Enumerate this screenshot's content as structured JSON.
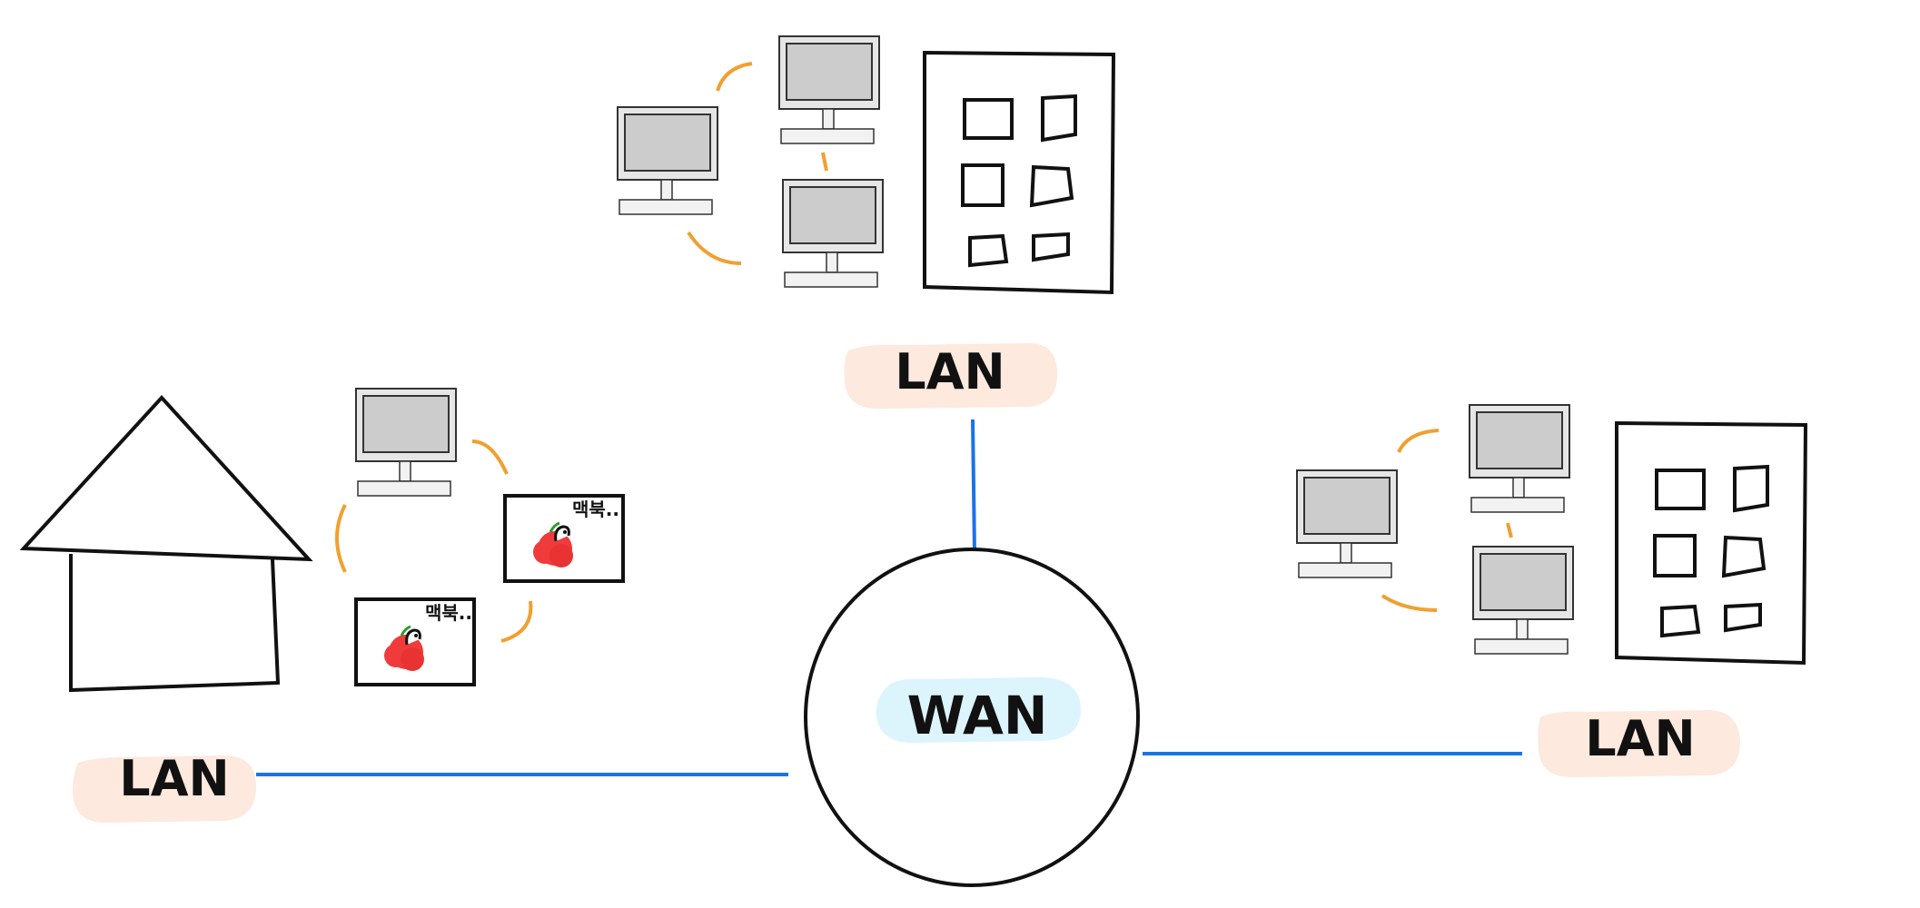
{
  "diagram": {
    "center_label": "WAN",
    "networks": [
      {
        "id": "top",
        "label": "LAN"
      },
      {
        "id": "left",
        "label": "LAN"
      },
      {
        "id": "right",
        "label": "LAN"
      }
    ],
    "laptop_label": "맥북..",
    "colors": {
      "lan_highlight": "#fde9dd",
      "wan_highlight": "#dcf4fb",
      "link_line": "#1a73e8",
      "cable": "#f0a030",
      "screen": "#cccccc",
      "monitor_frame": "#e6e6e6",
      "apple": "#ef3b3b",
      "stroke": "#111111"
    },
    "icons": [
      "house-icon",
      "office-building-icon",
      "desktop-computer-icon",
      "macbook-icon",
      "apple-icon"
    ]
  }
}
